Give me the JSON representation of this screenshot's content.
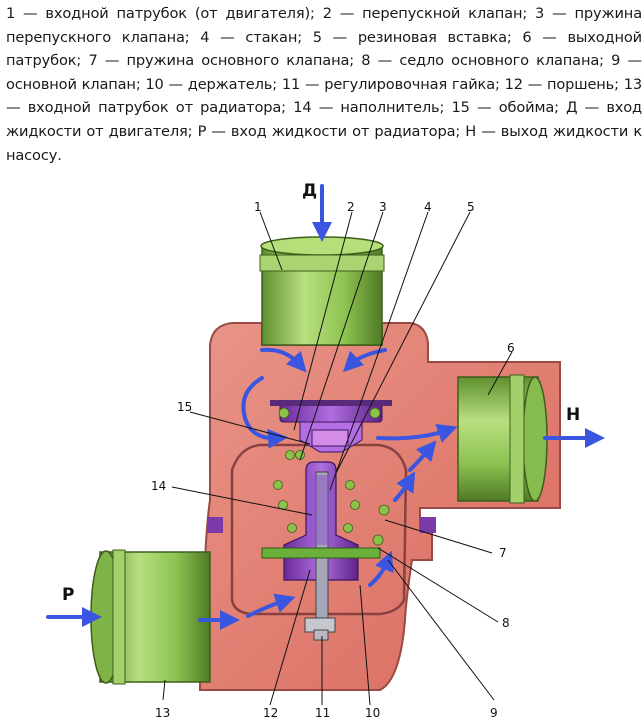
{
  "caption": "1 — входной патрубок (от двигателя); 2 — перепускной клапан; 3 — пружина перепускного клапана; 4 — стакан; 5 — резиновая вставка; 6 — выходной патрубок; 7 — пружина основного клапана; 8 — седло основного клапана; 9 — основной клапан; 10 — держатель; 11 — регулировочная гайка; 12 — поршень; 13 — входной патрубок от радиатора; 14 — наполнитель; 15 — обойма; Д — вход жидкости от двигателя; Р — вход жидкости от радиатора; Н — выход жидкости к насосу.",
  "flow_labels": {
    "inlet_engine": "Д",
    "inlet_radiator": "Р",
    "outlet_pump": "Н"
  },
  "callouts": {
    "n1": "1",
    "n2": "2",
    "n3": "3",
    "n4": "4",
    "n5": "5",
    "n6": "6",
    "n7": "7",
    "n8": "8",
    "n9": "9",
    "n10": "10",
    "n11": "11",
    "n12": "12",
    "n13": "13",
    "n14": "14",
    "n15": "15"
  },
  "colors": {
    "housing": "#e27a6e",
    "housing_dark": "#9a4a44",
    "pipe_green": "#93c75a",
    "spring_green": "#8bc34a",
    "valve_purple": "#8a3fbf",
    "flow_arrow": "#3a55e0"
  }
}
